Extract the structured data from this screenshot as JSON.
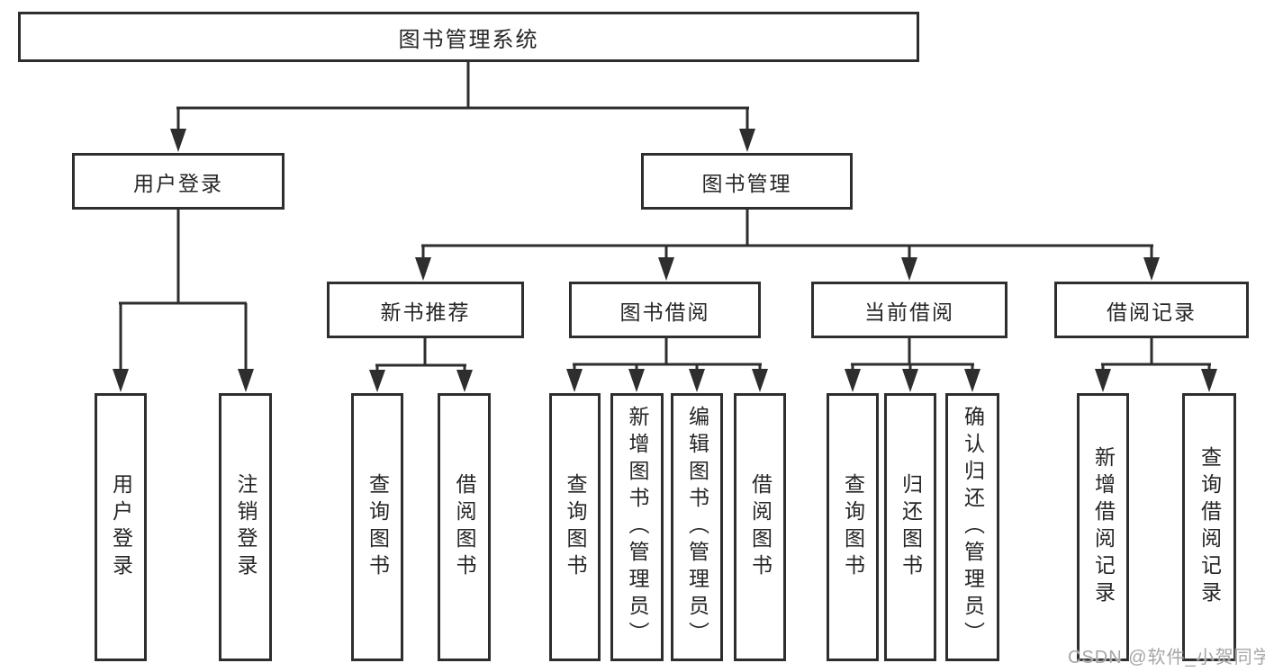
{
  "diagram": {
    "title": "图书管理系统",
    "root": {
      "label": "图书管理系统"
    },
    "level2": [
      {
        "label": "用户登录"
      },
      {
        "label": "图书管理"
      }
    ],
    "level3": [
      {
        "label": "新书推荐"
      },
      {
        "label": "图书借阅"
      },
      {
        "label": "当前借阅"
      },
      {
        "label": "借阅记录"
      }
    ],
    "leaves": [
      {
        "label": "用户登录"
      },
      {
        "label": "注销登录"
      },
      {
        "label": "查询图书"
      },
      {
        "label": "借阅图书"
      },
      {
        "label": "查询图书"
      },
      {
        "label": "新增图书（管理员）"
      },
      {
        "label": "编辑图书（管理员）"
      },
      {
        "label": "借阅图书"
      },
      {
        "label": "查询图书"
      },
      {
        "label": "归还图书"
      },
      {
        "label": "确认归还（管理员）"
      },
      {
        "label": "新增借阅记录"
      },
      {
        "label": "查询借阅记录"
      }
    ],
    "watermark": "CSDN @软件_小贺同学",
    "colors": {
      "line": "#2e2e2e",
      "text": "#262626",
      "background": "#ffffff",
      "watermark": "#a6a6a6"
    }
  }
}
